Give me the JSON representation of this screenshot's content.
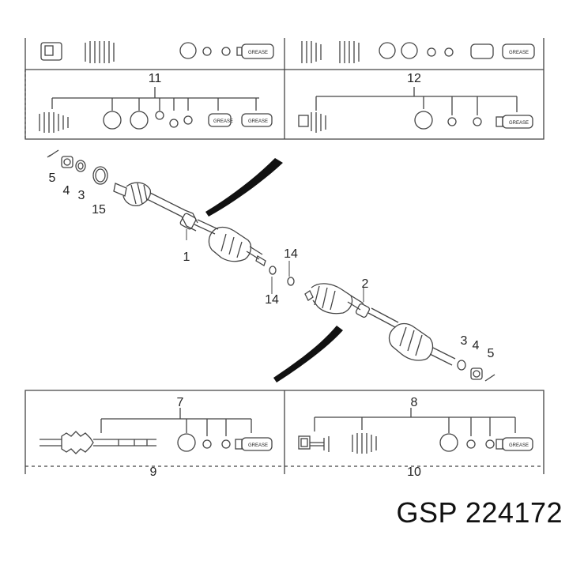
{
  "caption": {
    "brand": "GSP",
    "part_number": "224172"
  },
  "callouts": {
    "c1": "1",
    "c2": "2",
    "c3a": "3",
    "c3b": "3",
    "c4a": "4",
    "c4b": "4",
    "c5a": "5",
    "c5b": "5",
    "c7": "7",
    "c8": "8",
    "c9": "9",
    "c10": "10",
    "c11": "11",
    "c12": "12",
    "c14a": "14",
    "c14b": "14",
    "c15": "15"
  },
  "grease_label": "GREASE",
  "colors": {
    "line": "#333333",
    "box": "#555555",
    "fill_dark": "#111111",
    "fill_light": "#e6e6e6"
  }
}
